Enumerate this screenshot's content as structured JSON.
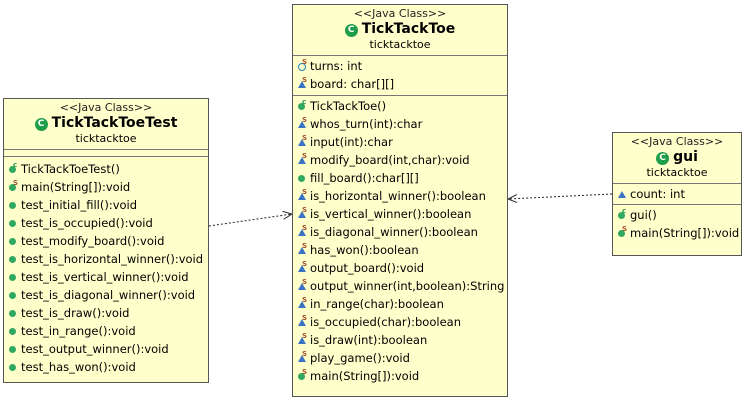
{
  "stereotype": "<<Java Class>>",
  "classes": {
    "test": {
      "name": "TickTackToeTest",
      "package": "ticktacktoe",
      "methods": [
        {
          "sig": "TickTackToeTest()",
          "icon": "public-constructor-icon"
        },
        {
          "sig": "main(String[]):void",
          "icon": "public-static-icon"
        },
        {
          "sig": "test_initial_fill():void",
          "icon": "public-icon"
        },
        {
          "sig": "test_is_occupied():void",
          "icon": "public-icon"
        },
        {
          "sig": "test_modify_board():void",
          "icon": "public-icon"
        },
        {
          "sig": "test_is_horizontal_winner():void",
          "icon": "public-icon"
        },
        {
          "sig": "test_is_vertical_winner():void",
          "icon": "public-icon"
        },
        {
          "sig": "test_is_diagonal_winner():void",
          "icon": "public-icon"
        },
        {
          "sig": "test_is_draw():void",
          "icon": "public-icon"
        },
        {
          "sig": "test_in_range():void",
          "icon": "public-icon"
        },
        {
          "sig": "test_output_winner():void",
          "icon": "public-icon"
        },
        {
          "sig": "test_has_won():void",
          "icon": "public-icon"
        }
      ]
    },
    "main": {
      "name": "TickTackToe",
      "package": "ticktacktoe",
      "fields": [
        {
          "sig": "turns: int",
          "icon": "protected-static-icon"
        },
        {
          "sig": "board: char[][]",
          "icon": "package-static-icon"
        }
      ],
      "methods": [
        {
          "sig": "TickTackToe()",
          "icon": "public-constructor-icon"
        },
        {
          "sig": "whos_turn(int):char",
          "icon": "package-static-icon"
        },
        {
          "sig": "input(int):char",
          "icon": "package-static-icon"
        },
        {
          "sig": "modify_board(int,char):void",
          "icon": "package-static-icon"
        },
        {
          "sig": "fill_board():char[][]",
          "icon": "public-icon"
        },
        {
          "sig": "is_horizontal_winner():boolean",
          "icon": "package-static-icon"
        },
        {
          "sig": "is_vertical_winner():boolean",
          "icon": "package-static-icon"
        },
        {
          "sig": "is_diagonal_winner():boolean",
          "icon": "package-static-icon"
        },
        {
          "sig": "has_won():boolean",
          "icon": "package-static-icon"
        },
        {
          "sig": "output_board():void",
          "icon": "package-static-icon"
        },
        {
          "sig": "output_winner(int,boolean):String",
          "icon": "package-static-icon"
        },
        {
          "sig": "in_range(char):boolean",
          "icon": "package-static-icon"
        },
        {
          "sig": "is_occupied(char):boolean",
          "icon": "package-static-icon"
        },
        {
          "sig": "is_draw(int):boolean",
          "icon": "package-static-icon"
        },
        {
          "sig": "play_game():void",
          "icon": "package-static-icon"
        },
        {
          "sig": "main(String[]):void",
          "icon": "public-static-icon"
        }
      ]
    },
    "gui": {
      "name": "gui",
      "package": "ticktacktoe",
      "fields": [
        {
          "sig": "count: int",
          "icon": "package-icon"
        }
      ],
      "methods": [
        {
          "sig": "gui()",
          "icon": "public-constructor-icon"
        },
        {
          "sig": "main(String[]):void",
          "icon": "public-static-icon"
        }
      ]
    }
  },
  "colors": {
    "class_fill": "#ffffcc",
    "public": "#30a860",
    "package": "#3b73c4",
    "static_marker": "#a0522d"
  }
}
